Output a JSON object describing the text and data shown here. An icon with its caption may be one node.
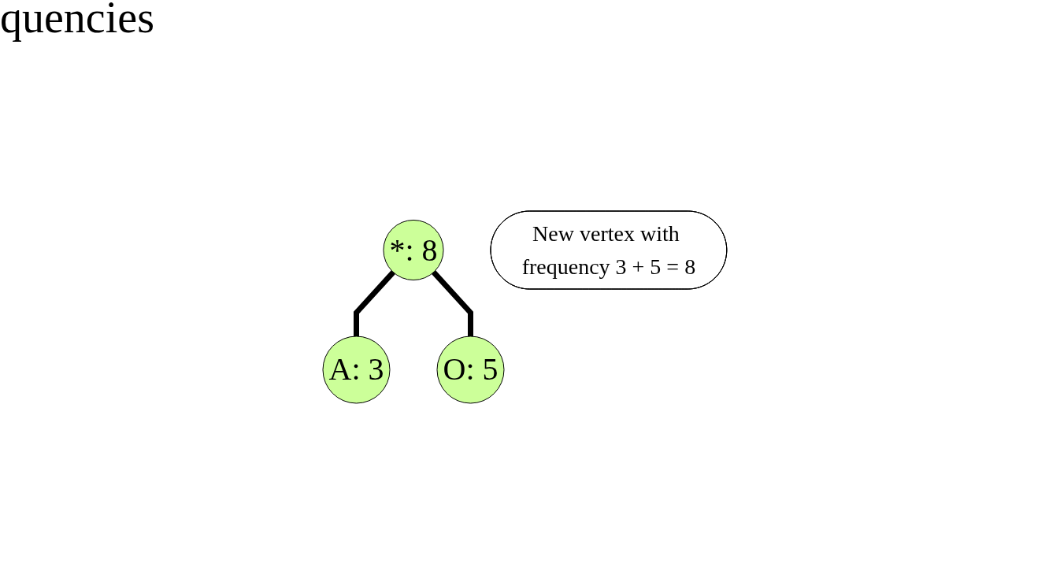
{
  "diagram": {
    "nodes": [
      {
        "text": [
          "*: 8"
        ]
      },
      {
        "text": [
          "A: 3"
        ]
      },
      {
        "text": [
          "O: 5"
        ]
      },
      {
        "text": [
          "New vertex with frequency 3 + 5 = 8"
        ]
      }
    ],
    "edges": [
      {
        "from": 0,
        "to": 1,
        "arrow": "none"
      },
      {
        "from": 0,
        "to": 2,
        "arrow": "none"
      }
    ],
    "labels": [
      "quencies"
    ]
  }
}
